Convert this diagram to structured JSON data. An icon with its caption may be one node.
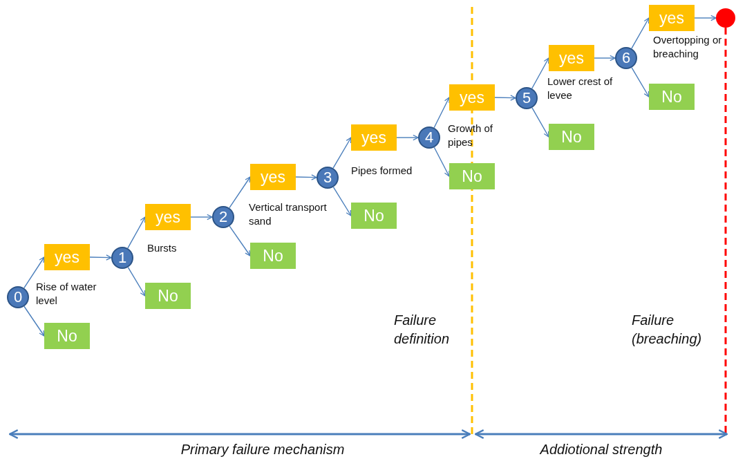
{
  "diagram": {
    "nodes": [
      {
        "text": [
          "0"
        ],
        "beside": [
          "Rise of water level"
        ]
      },
      {
        "text": [
          "yes"
        ]
      },
      {
        "text": [
          "No"
        ]
      },
      {
        "text": [
          "1"
        ],
        "beside": [
          "Bursts"
        ]
      },
      {
        "text": [
          "yes"
        ]
      },
      {
        "text": [
          "No"
        ]
      },
      {
        "text": [
          "2"
        ],
        "beside": [
          "Vertical transport sand"
        ]
      },
      {
        "text": [
          "yes"
        ]
      },
      {
        "text": [
          "No"
        ]
      },
      {
        "text": [
          "3"
        ],
        "beside": [
          "Pipes formed"
        ]
      },
      {
        "text": [
          "yes"
        ]
      },
      {
        "text": [
          "No"
        ]
      },
      {
        "text": [
          "4"
        ],
        "beside": [
          "Growth of pipes"
        ]
      },
      {
        "text": [
          "yes"
        ]
      },
      {
        "text": [
          "No"
        ]
      },
      {
        "text": [
          "5"
        ],
        "beside": [
          "Lower crest of levee"
        ]
      },
      {
        "text": [
          "yes"
        ]
      },
      {
        "text": [
          "No"
        ]
      },
      {
        "text": [
          "6"
        ]
      },
      {
        "text": [
          "yes"
        ]
      },
      {
        "text": [
          "No"
        ]
      },
      {
        "text": [],
        "shape": "circle"
      }
    ],
    "edges": [
      {
        "from": 0,
        "to": 1,
        "arrow": "to"
      },
      {
        "from": 0,
        "to": 2,
        "arrow": "to"
      },
      {
        "from": 1,
        "to": 3,
        "arrow": "to"
      },
      {
        "from": 3,
        "to": 4,
        "arrow": "to"
      },
      {
        "from": 3,
        "to": 5,
        "arrow": "to"
      },
      {
        "from": 4,
        "to": 6,
        "arrow": "to"
      },
      {
        "from": 6,
        "to": 7,
        "arrow": "to"
      },
      {
        "from": 6,
        "to": 8,
        "arrow": "to"
      },
      {
        "from": 7,
        "to": 9,
        "arrow": "to"
      },
      {
        "from": 9,
        "to": 10,
        "arrow": "to"
      },
      {
        "from": 9,
        "to": 11,
        "arrow": "to"
      },
      {
        "from": 10,
        "to": 12,
        "arrow": "to"
      },
      {
        "from": 12,
        "to": 13,
        "arrow": "to"
      },
      {
        "from": 12,
        "to": 14,
        "arrow": "to"
      },
      {
        "from": 13,
        "to": 15,
        "arrow": "to"
      },
      {
        "from": 15,
        "to": 16,
        "arrow": "to"
      },
      {
        "from": 15,
        "to": 17,
        "arrow": "to"
      },
      {
        "from": 16,
        "to": 18,
        "arrow": "to"
      },
      {
        "from": 18,
        "to": 19,
        "arrow": "to"
      },
      {
        "from": 18,
        "to": 20,
        "arrow": "to"
      },
      {
        "from": 19,
        "to": 21,
        "arrow": "to"
      }
    ],
    "labels": [
      "Overtopping or breaching",
      "Failure definition",
      "Failure (breaching)",
      "Primary failure mechanism",
      "Addiotional strength"
    ]
  }
}
